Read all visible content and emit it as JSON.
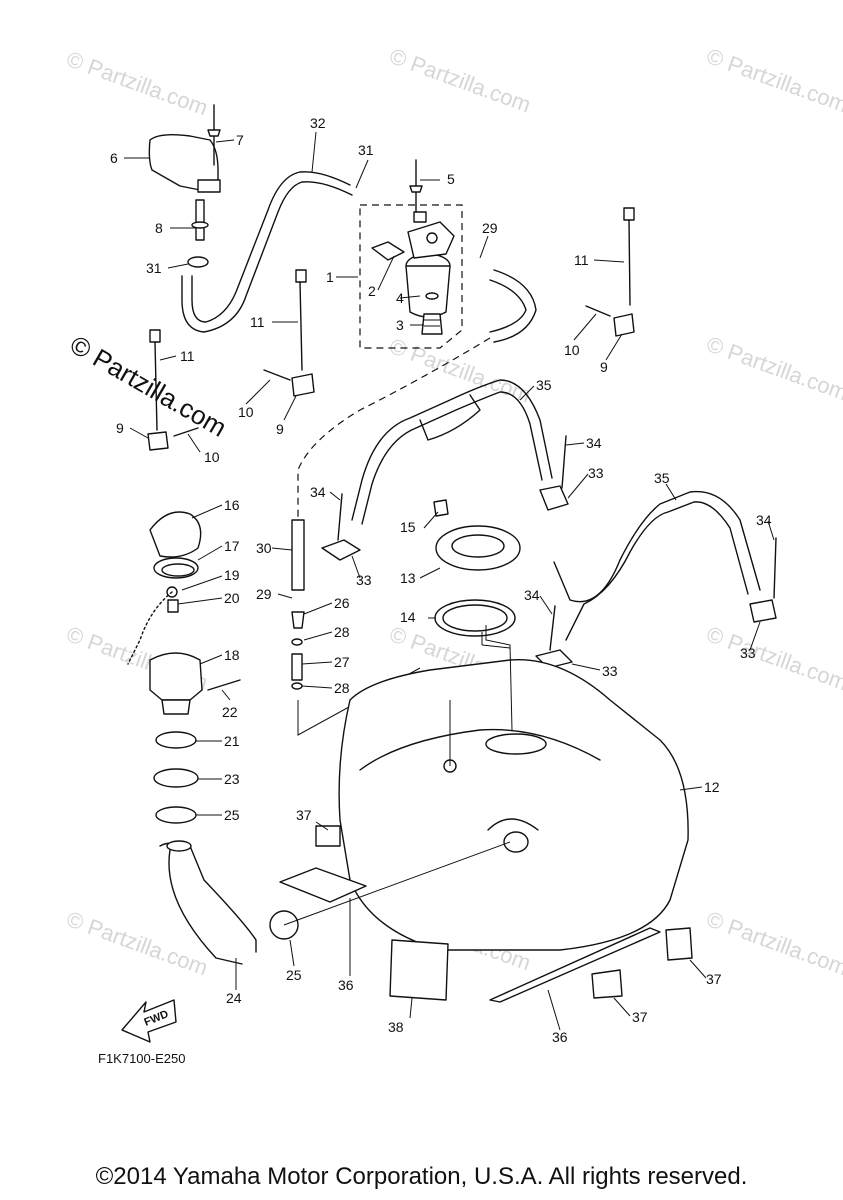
{
  "watermark": {
    "small": "© Partzilla.com",
    "large": "© Partzilla.com"
  },
  "diagram_code": "F1K7100-E250",
  "fwd_label": "FWD",
  "copyright": "©2014 Yamaha Motor Corporation, U.S.A. All rights reserved.",
  "callouts": {
    "c1": "1",
    "c2": "2",
    "c3": "3",
    "c4": "4",
    "c5": "5",
    "c6": "6",
    "c7": "7",
    "c8": "8",
    "c9a": "9",
    "c9b": "9",
    "c9c": "9",
    "c10a": "10",
    "c10b": "10",
    "c10c": "10",
    "c11a": "11",
    "c11b": "11",
    "c11c": "11",
    "c12": "12",
    "c13": "13",
    "c14": "14",
    "c15": "15",
    "c16": "16",
    "c17": "17",
    "c18": "18",
    "c19": "19",
    "c20": "20",
    "c21": "21",
    "c22": "22",
    "c23": "23",
    "c24": "24",
    "c25a": "25",
    "c25b": "25",
    "c26": "26",
    "c27": "27",
    "c28a": "28",
    "c28b": "28",
    "c29a": "29",
    "c29b": "29",
    "c30": "30",
    "c31a": "31",
    "c31b": "31",
    "c32": "32",
    "c33a": "33",
    "c33b": "33",
    "c33c": "33",
    "c33d": "33",
    "c34a": "34",
    "c34b": "34",
    "c34c": "34",
    "c34d": "34",
    "c35a": "35",
    "c35b": "35",
    "c36a": "36",
    "c36b": "36",
    "c37a": "37",
    "c37b": "37",
    "c37c": "37",
    "c38": "38"
  }
}
